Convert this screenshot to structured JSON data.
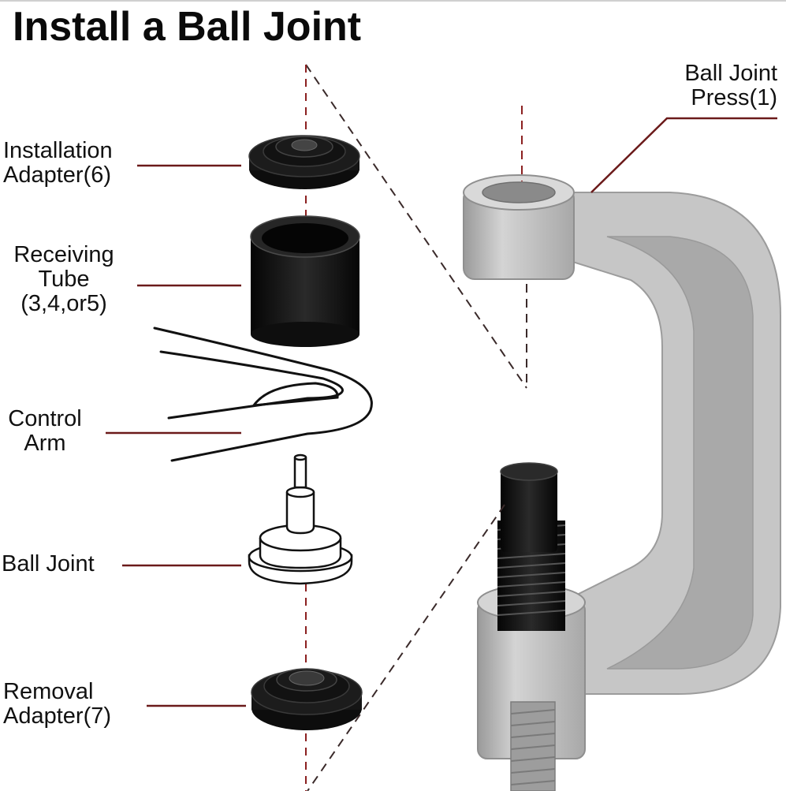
{
  "title": "Install a Ball Joint",
  "labels": {
    "press": [
      "Ball Joint",
      "Press(1)"
    ],
    "installation_adapter": [
      "Installation",
      "Adapter(6)"
    ],
    "receiving_tube": [
      "Receiving",
      "Tube",
      "(3,4,or5)"
    ],
    "control_arm": [
      "Control",
      "Arm"
    ],
    "ball_joint": [
      "Ball Joint"
    ],
    "removal_adapter": [
      "Removal",
      "Adapter(7)"
    ]
  },
  "colors": {
    "leader_line": "#6b1a1a",
    "dashed_axis": "#8b2020",
    "part_black": "#141414",
    "press_gray": "#b9b9b9"
  }
}
